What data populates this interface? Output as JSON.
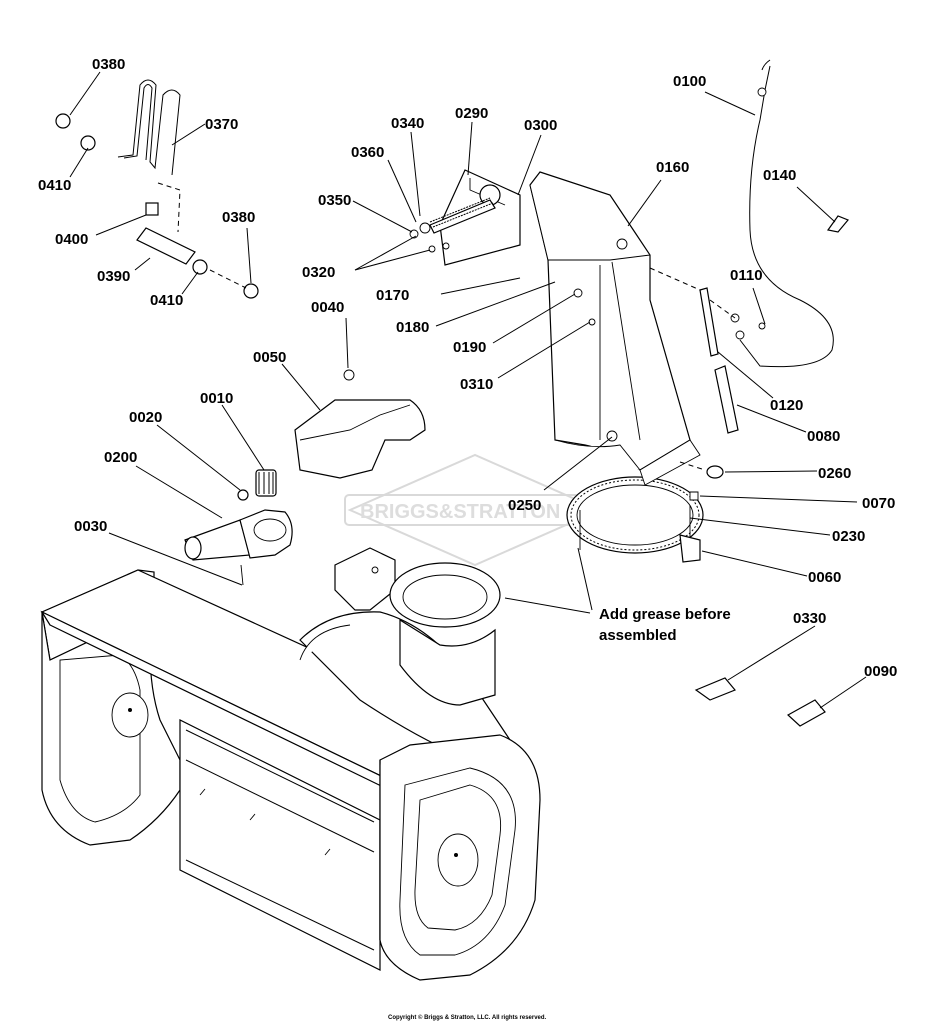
{
  "labels": {
    "p0380a": "0380",
    "p0370": "0370",
    "p0410a": "0410",
    "p0400": "0400",
    "p0380b": "0380",
    "p0390": "0390",
    "p0410b": "0410",
    "p0290": "0290",
    "p0340": "0340",
    "p0300": "0300",
    "p0360": "0360",
    "p0350": "0350",
    "p0320": "0320",
    "p0040": "0040",
    "p0170": "0170",
    "p0180": "0180",
    "p0190": "0190",
    "p0310": "0310",
    "p0050": "0050",
    "p0160": "0160",
    "p0100": "0100",
    "p0140": "0140",
    "p0110": "0110",
    "p0120": "0120",
    "p0080": "0080",
    "p0260": "0260",
    "p0070": "0070",
    "p0230": "0230",
    "p0060": "0060",
    "p0250": "0250",
    "p0010": "0010",
    "p0020": "0020",
    "p0200": "0200",
    "p0030": "0030",
    "p0330": "0330",
    "p0090": "0090"
  },
  "note_line1": "Add grease before",
  "note_line2": "assembled",
  "watermark": "BRIGGS&STRATTON",
  "copyright": "Copyright © Briggs & Stratton, LLC. All rights reserved."
}
